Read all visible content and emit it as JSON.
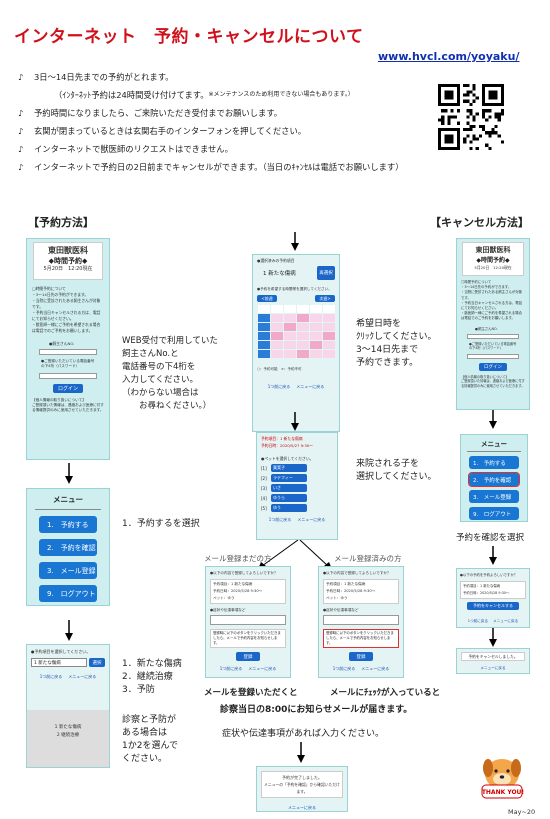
{
  "title": "インターネット　予約・キャンセルについて",
  "url": "www.hvcl.com/yoyaku/",
  "notes": [
    {
      "text": "3日〜14日先までの予約がとれます。"
    },
    {
      "text": "（ｲﾝﾀｰﾈｯﾄ予約は24時間受け付けてます。",
      "small": "※メンテナンスのため利用できない場合もあります。）"
    },
    {
      "text": "予約時間になりましたら、ご来院いただき受付までお願いします。"
    },
    {
      "text": "玄関が閉まっているときは玄関右手のインターフォンを押してください。"
    },
    {
      "text": "インターネットで獣医師のリクエストはできません。"
    },
    {
      "text": ""
    },
    {
      "text": "インターネットで予約日の2日前までキャンセルができます。（当日のｷｬﾝｾﾙは電話でお願いします）"
    }
  ],
  "note_mark": "♪",
  "sections": {
    "booking": "【予約方法】",
    "cancel": "【キャンセル方法】"
  },
  "clinic": {
    "name": "東田獣医科",
    "subtitle": "◆時間予約◆",
    "date": "5月20日　12:20現在"
  },
  "login_screen": {
    "info": "□時間予約について\n・3〜14日先の予約ができます。\n・当院に受診されたある飼主さんが対象です。\n・予約当日キャンセルされる方は、電話にてお知らせください。\n・獣医師一様にご予約を希望される場合は電話でのご予約をお願いします。",
    "field1": "●飼主さんNO.",
    "field2": "●ご登録いただいている電話番号の下4桁（パスワード）",
    "login": "ログイン",
    "footer": "【個人情報の取り扱いについて】\nご登録頂いた情報は、連絡および医療に付する情報提供のみに使用させていただきます。"
  },
  "menu": {
    "head": "メニュー",
    "items": [
      "1.　予約する",
      "2.　予約を確認",
      "3.　メール登録",
      "9.　ログアウト"
    ]
  },
  "cancel_menu": {
    "head": "メニュー",
    "items": [
      "1.　予約する",
      "2.　予約を確認",
      "3.　メール登録",
      "9.　ログアウト"
    ]
  },
  "reason_screen": {
    "label": "●予約項目を選択してください。",
    "select": "1 新たな傷病",
    "btn": "選択",
    "back": "1つ前に戻る",
    "menu": "メニューに戻る",
    "picker": "1 新たな傷病\n2 継続治療"
  },
  "calendar": {
    "label": "●選択済みの予約項目",
    "item": "1 新たな傷病",
    "retry": "再選択",
    "instruction": "●予約を希望する時間帯を選択してください。",
    "prev": "<前週",
    "next": "次週>",
    "legend": "○：予約可能　×：予約不可",
    "back": "1つ前に戻る",
    "menu": "メニューに戻る"
  },
  "pet_screen": {
    "head": "予約項目：1 新たな傷病",
    "date": "予約日時：2020/5/27 9:30〜",
    "label": "●ペットを選択してください。",
    "pets": [
      "葉実子",
      "ラテフィー",
      "いさ",
      "ゆうら",
      "ゆう"
    ],
    "back": "1つ前に戻る",
    "menu": "メニューに戻る"
  },
  "texts": {
    "web_id": "WEB受付で利用していた\n飼主さんNo.と\n電話番号の下4桁を\n入力してください。\n（わからない場合は\n　　お尋ねください。）",
    "pick_time": "希望日時を\nｸﾘｯｸしてください。\n3〜14日先まで\n予約できます。",
    "pick_pet": "来院される子を\n選択してください。",
    "select_book": "1．予約するを選択",
    "reasons": "1．新たな傷病\n2．継続治療\n3．予防",
    "reason_help": "診察と予防が\nある場合は\n1か2を選んで\nください。",
    "check_cancel": "予約を確認を選択",
    "mail_left": "メールを登録いただくと",
    "mail_right": "メールにﾁｪｯｸが入っていると",
    "mail_note": "診察当日の8:00にお知らせメールが届きます。",
    "symptom": "症状や伝達事項があれば入力ください。",
    "not_registered": "メール登録まだの方",
    "registered": "メール登録済みの方"
  },
  "confirm_screen": {
    "l1": "●以下の内容で登録してよろしいですか？",
    "l2": "予約項目：1 新たな傷病",
    "l3": "予約日時：2020/5/28 9:30〜",
    "l4": "ペット：ゆう",
    "symptom": "●症状や伝達事項など",
    "mail": "登録時に以下のボタンをクリックいただきましたら、メールで予約内容をお知らせします。",
    "btn": "登録",
    "back": "1つ前に戻る",
    "menu": "メニューに戻る"
  },
  "cancel_confirm": {
    "l1": "●以下の予約を予約よろしいですか？",
    "l2": "予約項目：1 新たな傷病",
    "l3": "予約日時：2020/5/28 9:30〜",
    "btn": "予約をキャンセルする",
    "back": "1つ前に戻る",
    "menu": "メニューに戻る",
    "done": "予約をキャンセルしました。"
  },
  "complete_screen": {
    "l1": "予約が完了しました。",
    "l2": "メニューの「予約を確認」から確認いただけます。",
    "menu": "メニューに戻る"
  },
  "footer": "May~20",
  "thank_you": "THANK YOU!",
  "colors": {
    "title": "#d0101a",
    "link": "#1030b0",
    "button": "#1976d2",
    "panel": "#cfeef0"
  }
}
